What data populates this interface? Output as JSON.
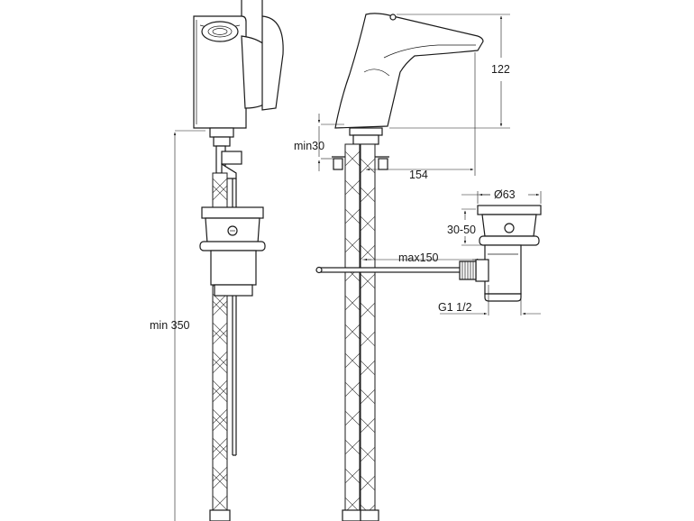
{
  "dimensions": {
    "spout_height": "122",
    "min_deck_thickness": "min30",
    "spout_reach": "154",
    "drain_diameter": "Ø63",
    "drain_range": "30-50",
    "drain_extension": "max150",
    "drain_thread": "G1 1/2",
    "hose_length": "min 350"
  }
}
